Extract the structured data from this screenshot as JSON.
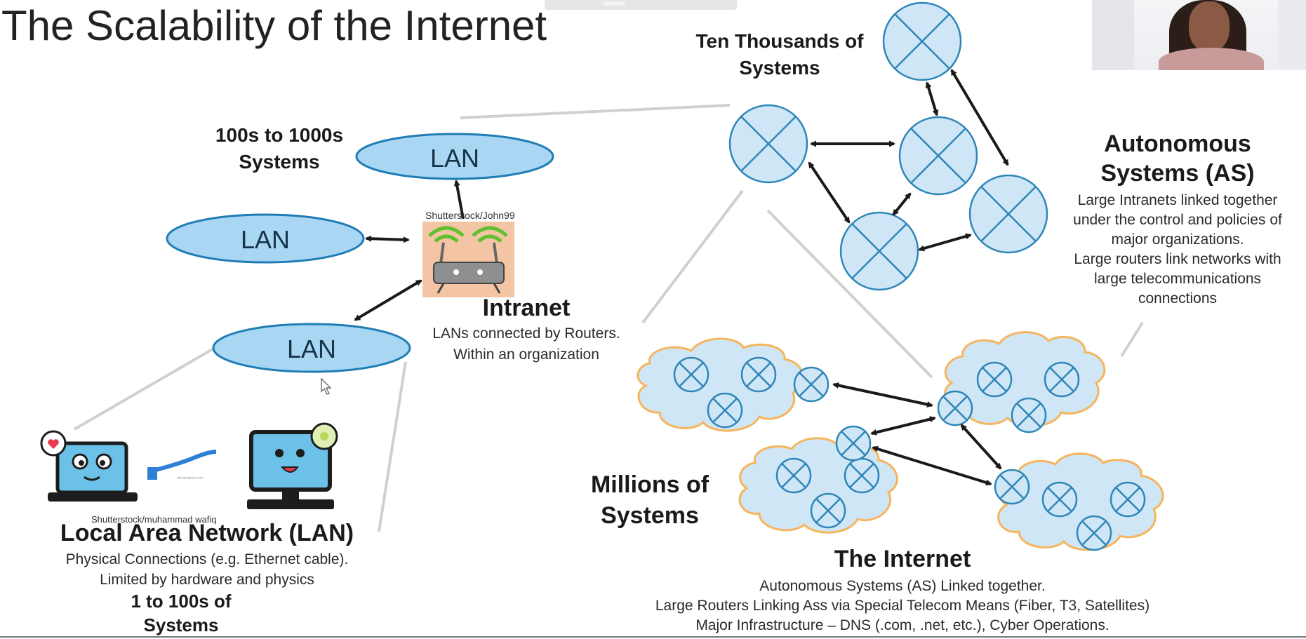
{
  "title": "The Scalability of the Internet",
  "labels": {
    "lan_systems": "100s to 1000s Systems",
    "lan": "LAN",
    "router_credit": "Shutterstock/John99",
    "intranet_title": "Intranet",
    "intranet_desc_1": "LANs connected by Routers.",
    "intranet_desc_2": "Within an organization",
    "ten_thousands": "Ten Thousands of Systems",
    "as_title_1": "Autonomous",
    "as_title_2": "Systems (AS)",
    "as_desc_1": "Large Intranets linked together",
    "as_desc_2": "under the control and policies of",
    "as_desc_3": "major organizations.",
    "as_desc_4": "Large routers link networks with",
    "as_desc_5": "large telecommunications",
    "as_desc_6": "connections",
    "pc_credit": "Shutterstock/muhammad wafiq",
    "lan_title": "Local Area Network (LAN)",
    "lan_desc_1": "Physical Connections (e.g. Ethernet cable).",
    "lan_desc_2": "Limited by hardware and physics",
    "lan_count_1": "1 to 100s of",
    "lan_count_2": "Systems",
    "millions_1": "Millions of",
    "millions_2": "Systems",
    "internet_title": "The Internet",
    "internet_desc_1": "Autonomous Systems (AS) Linked together.",
    "internet_desc_2": "Large Routers Linking Ass via Special Telecom Means (Fiber, T3, Satellites)",
    "internet_desc_3": "Major Infrastructure – DNS (.com, .net, etc.), Cyber Operations."
  },
  "colors": {
    "node_fill": "#cfe6f6",
    "node_stroke": "#2e86b8",
    "lan_fill": "#a9d6f2",
    "lan_stroke": "#1f7db5",
    "cloud_fill": "#cfe6f6",
    "cloud_stroke": "#f6b55c",
    "arrow": "#1a1a1a",
    "connector": "#cfcfcf"
  }
}
